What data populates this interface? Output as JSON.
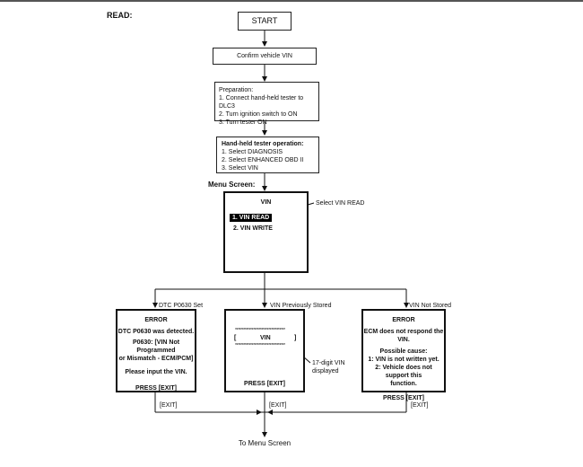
{
  "heading": "READ:",
  "start": "START",
  "confirm_vin": "Confirm vehicle VIN",
  "preparation": {
    "title": "Preparation:",
    "steps": [
      "1. Connect hand-held tester to DLC3",
      "2. Turn ignition switch to ON",
      "3. Turn tester ON"
    ]
  },
  "tester_operation": {
    "title": "Hand-held tester operation:",
    "steps": [
      "1. Select DIAGNOSIS",
      "2. Select ENHANCED OBD II",
      "3. Select VIN"
    ]
  },
  "menu_screen": {
    "label": "Menu Screen:",
    "title": "VIN",
    "item1": "1. VIN READ",
    "item2": "2. VIN WRITE",
    "callout": "Select VIN READ"
  },
  "branches": {
    "left_label": "DTC P0630 Set",
    "middle_label": "VIN Previously Stored",
    "right_label": "VIN Not Stored"
  },
  "left_screen": {
    "title": "ERROR",
    "line1": "DTC P0630 was detected.",
    "line2": "P0630: [VIN Not Programmed",
    "line3": "or Mismatch - ECM/PCM]",
    "line4": "Please input the VIN.",
    "press": "PRESS [EXIT]"
  },
  "middle_screen": {
    "stars_top": "************************************",
    "open": "[",
    "vin": "VIN",
    "close": "]",
    "stars_bottom": "************************************",
    "press": "PRESS [EXIT]",
    "callout_line1": "17-digit VIN",
    "callout_line2": "displayed"
  },
  "right_screen": {
    "title": "ERROR",
    "line1": "ECM does not respond the VIN.",
    "line2": "Possible cause:",
    "line3": "1: VIN is not written yet.",
    "line4": "2: Vehicle does not support this",
    "line5": "function.",
    "press": "PRESS [EXIT]"
  },
  "exit_labels": {
    "left": "[EXIT]",
    "middle": "[EXIT]",
    "right": "[EXIT]"
  },
  "end": "To Menu Screen"
}
